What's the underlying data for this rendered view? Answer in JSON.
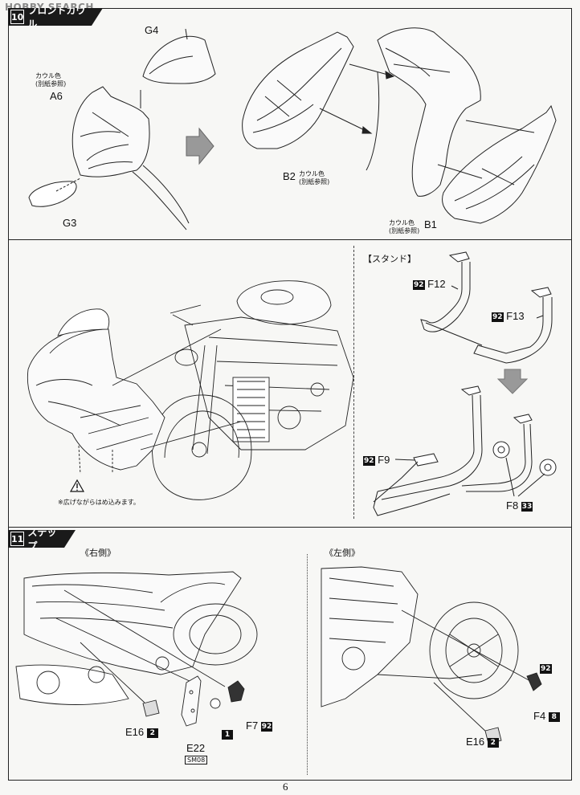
{
  "watermark": "HOBBY SEARCH",
  "step10": {
    "number": "10",
    "title": "フロントカウル",
    "parts": {
      "g4": "G4",
      "a6": "A6",
      "a6_note_1": "カウル色",
      "a6_note_2": "(別紙参照)",
      "g3": "G3",
      "b2": "B2",
      "b2_note_1": "カウル色",
      "b2_note_2": "(別紙参照)",
      "b1": "B1",
      "b1_note_1": "カウル色",
      "b1_note_2": "(別紙参照)"
    },
    "warning_note": "※広げながらはめ込みます。"
  },
  "stand": {
    "title": "【スタンド】",
    "parts": {
      "f12": "F12",
      "f12_badge": "92",
      "f13": "F13",
      "f13_badge": "92",
      "f9": "F9",
      "f9_badge": "92",
      "f8": "F8",
      "f8_badge": "33"
    }
  },
  "step11": {
    "number": "11",
    "title": "ステップ",
    "right_side": "《右側》",
    "left_side": "《左側》",
    "parts": {
      "e16_right": "E16",
      "e16_right_badge": "2",
      "e22": "E22",
      "e22_box": "SM08",
      "part1_badge": "1",
      "f7": "F7",
      "f7_badge": "92",
      "f4": "F4",
      "f4_badge": "8",
      "f4_top_badge": "92",
      "e16_left": "E16",
      "e16_left_badge": "2"
    }
  },
  "page_number": "6"
}
